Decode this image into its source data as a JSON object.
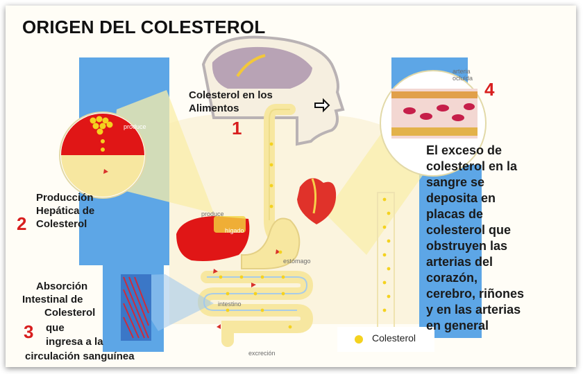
{
  "title": "ORIGEN DEL COLESTEROL",
  "steps": [
    {
      "number": "1",
      "lines": [
        "Colesterol en los",
        "Alimentos"
      ]
    },
    {
      "number": "2",
      "lines": [
        "Producción",
        "Hepática de",
        "Colesterol"
      ]
    },
    {
      "number": "3",
      "lines": [
        "Absorción",
        "Intestinal de",
        "Colesterol",
        "que",
        "ingresa a la",
        "circulación sanguínea"
      ]
    },
    {
      "number": "4",
      "lines": [
        "El exceso de",
        "colesterol en la",
        "sangre se",
        "deposita en",
        "placas de",
        "colesterol que",
        "obstruyen las",
        "arterias del",
        "corazón,",
        "cerebro, riñones",
        "y en las arterias",
        "en general"
      ]
    }
  ],
  "organ_labels": {
    "produce_top": "produce",
    "produce_liver": "produce",
    "liver": "hígado",
    "stomach": "estómago",
    "intestine": "intestino",
    "excretion": "excreción",
    "artery": "arteria ocluída"
  },
  "legend": {
    "label": "Colesterol",
    "dot_color": "#f4d21f"
  },
  "colors": {
    "body_blue": "#5da6e6",
    "liver_red": "#e01616",
    "pathway_yellow": "#f7e7a0",
    "step_number_red": "#d81e1e"
  }
}
